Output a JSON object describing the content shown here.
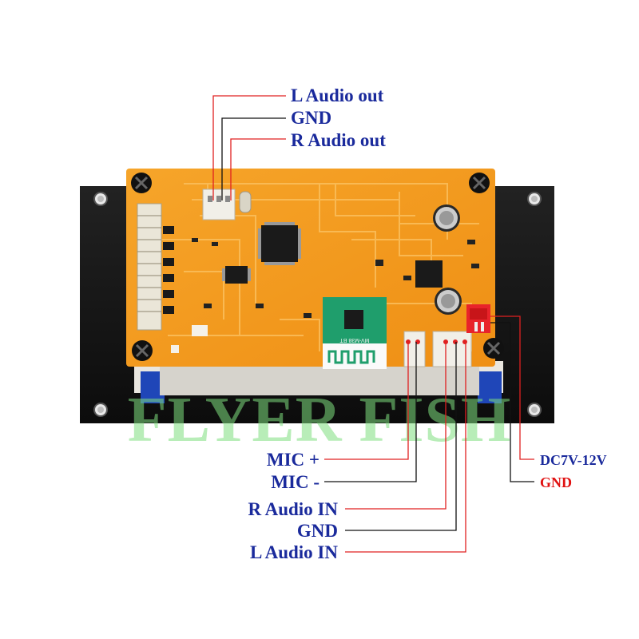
{
  "labels": {
    "l_audio_out": "L Audio out",
    "gnd_top": "GND",
    "r_audio_out": "R Audio out",
    "mic_plus": "MIC +",
    "mic_minus": "MIC -",
    "r_audio_in": "R Audio IN",
    "gnd_in": "GND",
    "l_audio_in": "L Audio IN",
    "dc_power": "DC7V-12V",
    "gnd_power": "GND"
  },
  "board_text": {
    "module": "MV-M38 BT"
  },
  "watermark": "FLYER FISH",
  "colors": {
    "label_blue": "#1a2a9c",
    "label_red": "#e01010",
    "line_red": "#e02020",
    "line_black": "#111111",
    "pcb_orange": "#f39b1e",
    "pcb_trace": "#f8b64a",
    "metal_plate": "#151515",
    "bt_module_green": "#1f9e6c",
    "watermark_green": "#7fe07f",
    "connector_white": "#f1efe8",
    "power_connector_red": "#e8232a"
  }
}
